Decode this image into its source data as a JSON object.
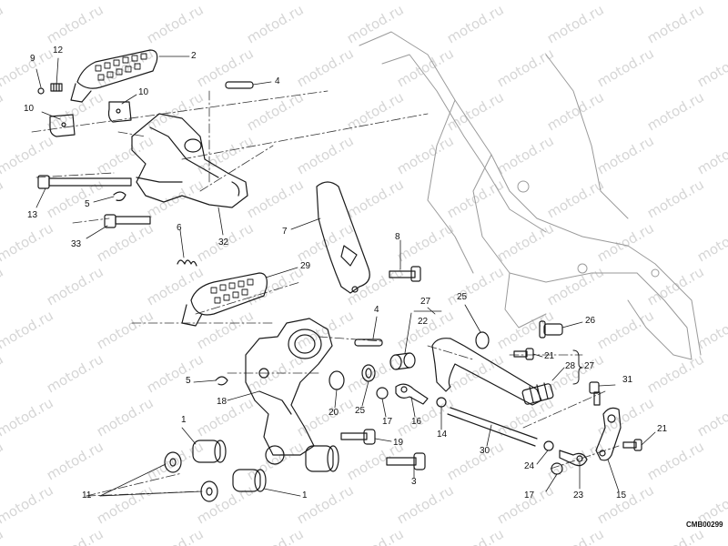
{
  "watermark": {
    "text": "motod.ru",
    "color": "#d6d6d6"
  },
  "drawing_code": "CMB00299",
  "callouts": {
    "c9": "9",
    "c12": "12",
    "c2": "2",
    "c10a": "10",
    "c10b": "10",
    "c4a": "4",
    "c13": "13",
    "c5a": "5",
    "c33": "33",
    "c32": "32",
    "c7": "7",
    "c8": "8",
    "c6": "6",
    "c29": "29",
    "c27a": "27",
    "c22": "22",
    "c25a": "25",
    "c26": "26",
    "c4b": "4",
    "c21a": "21",
    "c28": "28",
    "c27b": "27",
    "c5b": "5",
    "c18": "18",
    "c20": "20",
    "c25b": "25",
    "c17a": "17",
    "c16": "16",
    "c14": "14",
    "c31": "31",
    "c1a": "1",
    "c19": "19",
    "c30": "30",
    "c21b": "21",
    "c24": "24",
    "c3": "3",
    "c11": "11",
    "c1b": "1",
    "c17b": "17",
    "c23": "23",
    "c15": "15"
  }
}
